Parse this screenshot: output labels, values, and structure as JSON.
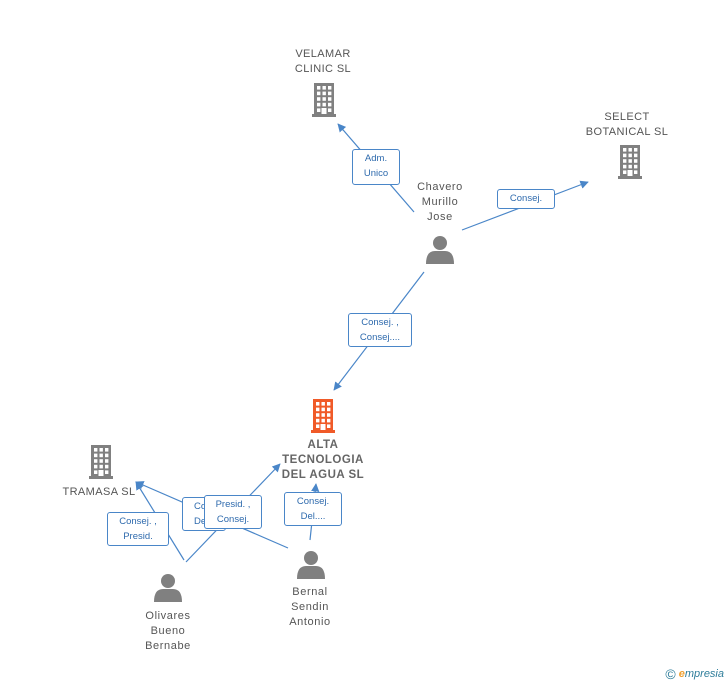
{
  "nodes": {
    "velamar": {
      "label_lines": [
        "VELAMAR",
        "CLINIC SL"
      ]
    },
    "select": {
      "label_lines": [
        "SELECT",
        "BOTANICAL SL"
      ]
    },
    "chavero": {
      "label_lines": [
        "Chavero",
        "Murillo",
        "Jose"
      ]
    },
    "alta": {
      "label_lines": [
        "ALTA",
        "TECNOLOGIA",
        "DEL AGUA SL"
      ]
    },
    "tramasa": {
      "label_lines": [
        "TRAMASA SL"
      ]
    },
    "olivares": {
      "label_lines": [
        "Olivares",
        "Bueno",
        "Bernabe"
      ]
    },
    "bernal": {
      "label_lines": [
        "Bernal",
        "Sendin",
        "Antonio"
      ]
    }
  },
  "edges": {
    "chavero_velamar": {
      "lines": [
        "Adm.",
        "Unico"
      ]
    },
    "chavero_select": {
      "lines": [
        "Consej."
      ]
    },
    "chavero_alta": {
      "lines": [
        "Consej. ,",
        "Consej...."
      ]
    },
    "olivares_tramasa": {
      "lines": [
        "Consej. ,",
        "Presid."
      ]
    },
    "bernal_tramasa": {
      "lines": [
        "Co...",
        "De..."
      ]
    },
    "olivares_alta": {
      "lines": [
        "Presid. ,",
        "Consej."
      ]
    },
    "bernal_alta": {
      "lines": [
        "Consej.",
        "Del...."
      ]
    }
  },
  "colors": {
    "edge": "#4a86c8",
    "company": "#808080",
    "main_company": "#f05a28",
    "person": "#808080"
  },
  "footer": {
    "copyright": "©",
    "brand_e": "e",
    "brand_rest": "mpresia"
  }
}
